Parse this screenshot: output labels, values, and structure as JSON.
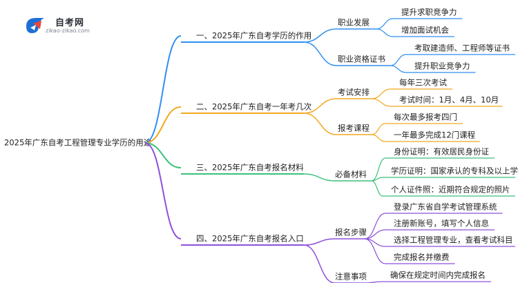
{
  "logo": {
    "name": "自考网",
    "url": "zikao-zikao.com"
  },
  "root": "2025年广东自考工程管理专业学历的用途",
  "colors": {
    "branch1": "#2f8ef0",
    "branch2": "#f2a81d",
    "branch3": "#3cbf7a",
    "branch4": "#8d4fd9",
    "text": "#222222"
  },
  "branches": [
    {
      "label": "一、2025年广东自考学历的作用",
      "groups": [
        {
          "label": "职业发展",
          "items": [
            "提升求职竞争力",
            "增加面试机会"
          ]
        },
        {
          "label": "职业资格证书",
          "items": [
            "考取建造师、工程师等证书",
            "提升职业竞争力"
          ]
        }
      ]
    },
    {
      "label": "二、2025年广东自考一年考几次",
      "groups": [
        {
          "label": "考试安排",
          "items": [
            "每年三次考试",
            "考试时间：1月、4月、10月"
          ]
        },
        {
          "label": "报考课程",
          "items": [
            "每次最多报考四门",
            "一年最多完成12门课程"
          ]
        }
      ]
    },
    {
      "label": "三、2025年广东自考报名材料",
      "groups": [
        {
          "label": "必备材料",
          "items": [
            "身份证明：有效居民身份证",
            "学历证明：国家承认的专科及以上学历",
            "个人证件照：近期符合规定的照片"
          ]
        }
      ]
    },
    {
      "label": "四、2025年广东自考报名入口",
      "groups": [
        {
          "label": "报名步骤",
          "items": [
            "登录广东省自学考试管理系统",
            "注册新账号，填写个人信息",
            "选择工程管理专业，查看考试科目",
            "完成报名并缴费"
          ]
        },
        {
          "label": "注意事项",
          "items": [
            "确保在规定时间内完成报名"
          ]
        }
      ]
    }
  ]
}
